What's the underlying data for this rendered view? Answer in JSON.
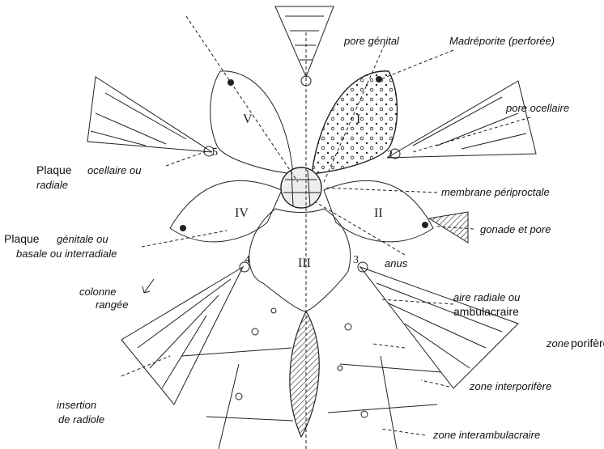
{
  "plates": {
    "genital": [
      "I",
      "II",
      "III",
      "IV",
      "V"
    ],
    "ocular": [
      "2",
      "3",
      "4",
      "5"
    ]
  },
  "labels": {
    "pore_genital": "pore génital",
    "madreporite": "Madréporite (perforée)",
    "pore_ocellaire": "pore ocellaire",
    "membrane": "membrane périproctale",
    "gonade": "gonade et pore",
    "anus": "anus",
    "ocellaire_1": "Plaque",
    "ocellaire_2": "ocellaire ou",
    "ocellaire_3": "radiale",
    "genitale_1": "Plaque",
    "genitale_2": "génitale ou",
    "genitale_3": "basale ou interradiale",
    "colonne_1": "colonne",
    "colonne_2": "rangée",
    "aire_1": "aire radiale ou",
    "aire_2": "ambulacraire",
    "zone_a": "zone",
    "zone_b": "porifère",
    "interporifere": "zone interporifère",
    "interambulacraire": "zone interambulacraire",
    "insertion_1": "insertion",
    "insertion_2": "de radiole"
  }
}
